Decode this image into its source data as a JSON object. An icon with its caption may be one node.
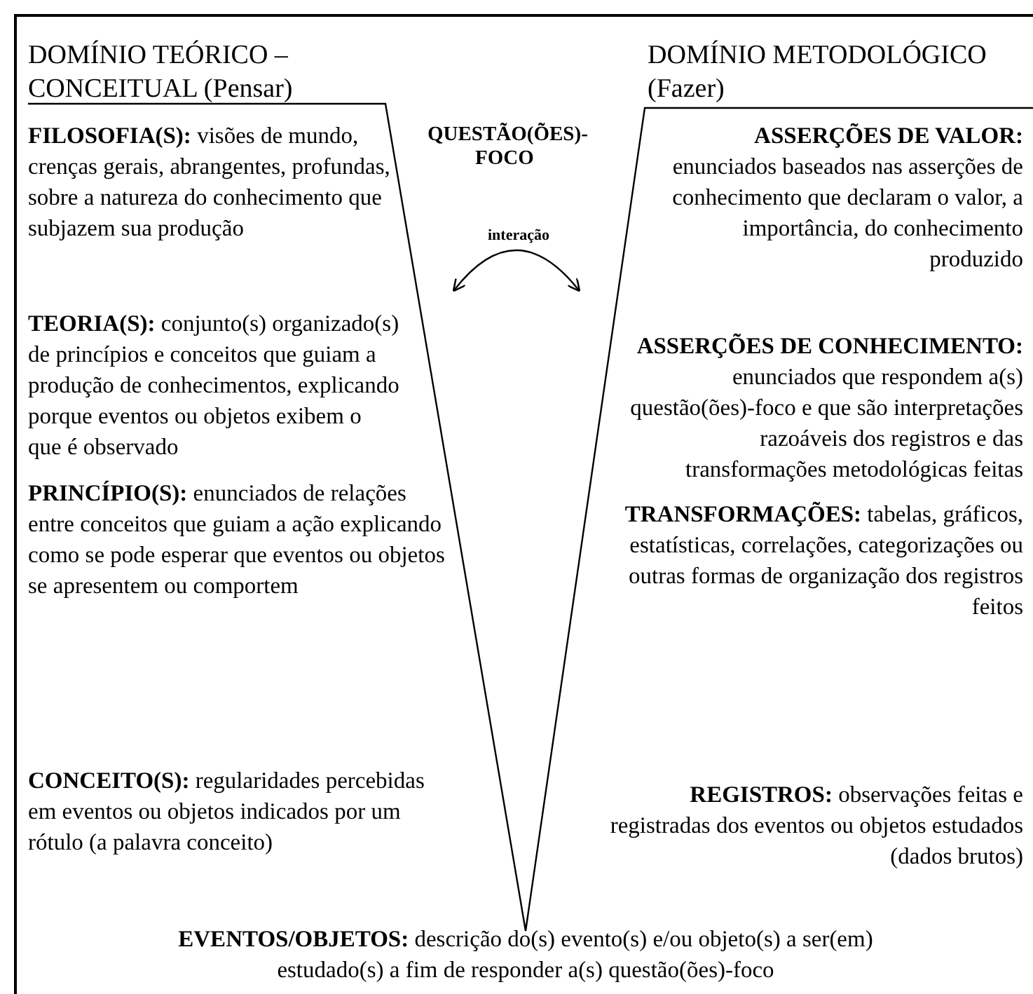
{
  "diagram": {
    "labels": [
      "DOMÍNIO TEÓRICO – CONCEITUAL (Pensar)",
      "DOMÍNIO METODOLÓGICO (Fazer)",
      "QUESTÃO(ÕES)-FOCO",
      "**FILOSOFIA(S):** visões de mundo, crenças gerais, abrangentes, profundas, sobre a natureza do conhecimento que subjazem sua produção",
      "**ASSERÇÕES DE VALOR:** enunciados baseados nas asserções de conhecimento que declaram o valor, a importância, do conhecimento produzido",
      "interação",
      "**TEORIA(S):** conjunto(s) organizado(s) de princípios e conceitos que guiam a produção de conhecimentos, explicando porque eventos ou objetos exibem o que é observado",
      "**ASSERÇÕES DE CONHECIMENTO:** enunciados que respondem a(s) questão(ões)-foco e que são interpretações razoáveis dos registros e das transformações metodológicas feitas",
      "**PRINCÍPIO(S):** enunciados de relações entre conceitos que guiam a ação explicando como se pode esperar que eventos ou objetos se apresentem ou comportem",
      "**TRANSFORMAÇÕES:** tabelas, gráficos, estatísticas, correlações, categorizações ou outras formas de organização dos registros feitos",
      "**CONCEITO(S):** regularidades percebidas em eventos ou objetos indicados por um rótulo (a palavra conceito)",
      "**REGISTROS:** observações feitas e registradas dos eventos ou objetos estudados (dados brutos)",
      "**EVENTOS/OBJETOS:** descrição do(s) evento(s) e/ou objeto(s) a ser(em)  estudado(s) a fim de responder a(s) questão(ões)-foco"
    ]
  }
}
